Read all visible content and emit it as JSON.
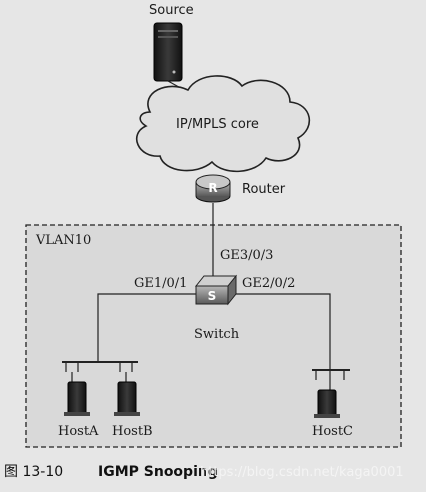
{
  "nodes": {
    "source": "Source",
    "core": "IP/MPLS core",
    "router": "Router",
    "router_glyph": "R",
    "switch": "Switch",
    "switch_glyph": "S",
    "vlan": "VLAN10",
    "host_a": "HostA",
    "host_b": "HostB",
    "host_c": "HostC"
  },
  "interfaces": {
    "uplink": "GE3/0/3",
    "left": "GE1/0/1",
    "right": "GE2/0/2"
  },
  "caption": {
    "number": "图 13-10",
    "title": "IGMP Snooping",
    "watermark": "https://blog.csdn.net/kaga0001"
  },
  "colors": {
    "background": "#e6e6e6",
    "vlan_fill": "#d9d9d9",
    "device_dark": "#2a2a2a",
    "device_gray": "#8a8a8a"
  }
}
